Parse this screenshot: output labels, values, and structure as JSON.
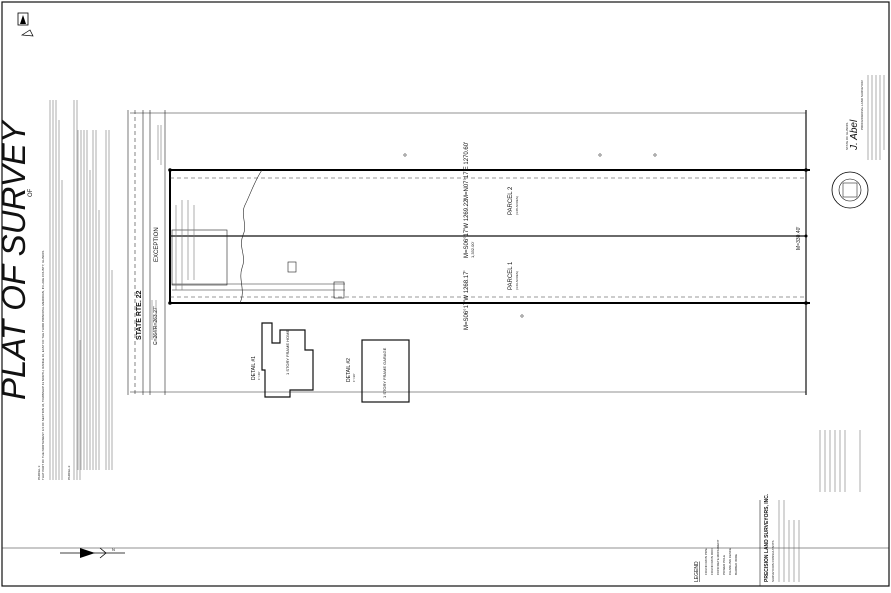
{
  "title": "PLAT OF SURVEY",
  "title_of": "OF",
  "north_arrow_label": "N",
  "road_label": "STATE RTE. 22",
  "road_dimension": "C=264'R=263.27'",
  "exception_label": "EXCEPTION",
  "parcels": [
    {
      "name": "PARCEL 1",
      "area": "(4.69 ACRES)"
    },
    {
      "name": "PARCEL 2",
      "area": "(4.68 ACRES)"
    }
  ],
  "dimensions": {
    "north_line": "M=N07°17'E 1270.60'",
    "middle_line": "M=S06°17'W 1269.22'",
    "middle_record": "1,332.00'",
    "south_line": "M=S06°17'W 1268.17'",
    "east_frontage": "M=330.40'"
  },
  "details": [
    {
      "title": "DETAIL #1",
      "scale": "1\"=40'",
      "building": "1 STORY FRAME HOME"
    },
    {
      "title": "DETAIL #2",
      "scale": "1\"=30'",
      "building": "1 STORY FRAME GARAGE"
    }
  ],
  "legend": {
    "title": "LEGEND",
    "items": [
      "FOUND IRON PIPE",
      "FOUND IRON ROD",
      "CONCRETE MONUMENT",
      "POWER POLE",
      "CHAINLINK FENCE",
      "BARBED WIRE"
    ]
  },
  "surveyor": {
    "company": "PRECISION LAND SURVEYORS, INC.",
    "subtitle": "SURVEYORS CONSULTANTS",
    "registration": "PROFESSIONAL LAND SURVEYOR",
    "state": "STATE OF ILLINOIS",
    "signature": "J. Abel",
    "seal_text": "ILLINOIS PROFESSIONAL LAND SURVEYOR"
  },
  "legal_description_heading": "PARCEL 1:",
  "legal_description_heading_2": "PARCEL 2:",
  "legal_description_text": "THAT PART OF THE NORTHWEST 1/4 OF SECTION 36, TOWNSHIP 43 NORTH, RANGE 10, EAST OF THE THIRD PRINCIPAL MERIDIAN, IN LAKE COUNTY, ILLINOIS"
}
